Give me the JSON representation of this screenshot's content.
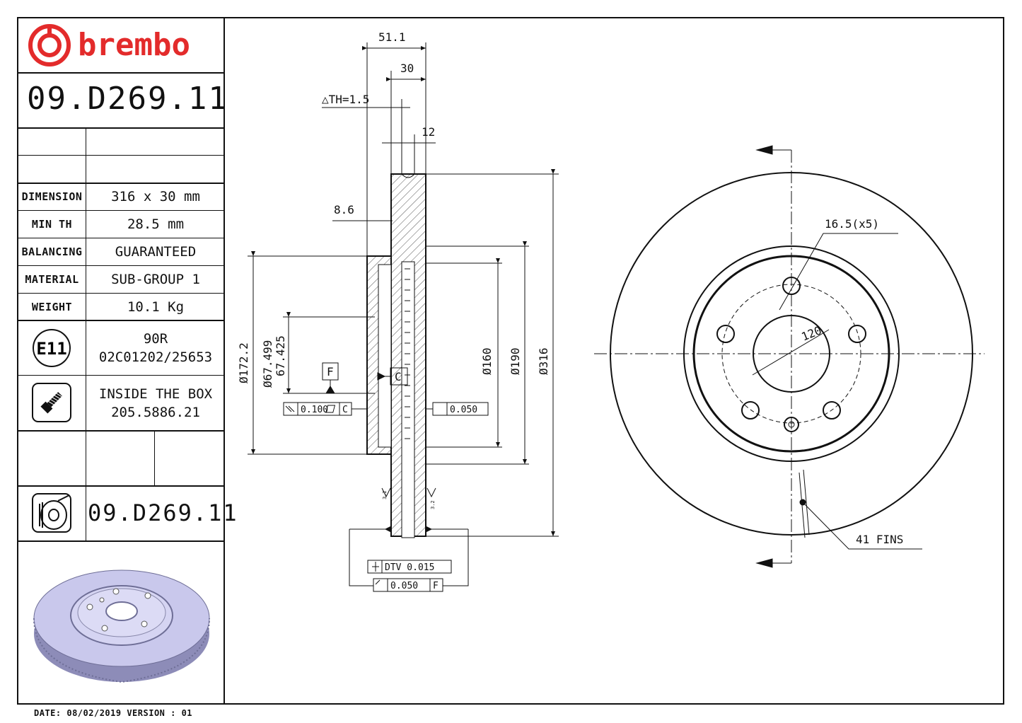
{
  "brand": {
    "name": "brembo",
    "color": "#e32b2b"
  },
  "part_number": "09.D269.11",
  "specs": [
    {
      "label": "DIMENSION",
      "value": "316 x 30 mm"
    },
    {
      "label": "MIN TH",
      "value": "28.5 mm"
    },
    {
      "label": "BALANCING",
      "value": "GUARANTEED"
    },
    {
      "label": "MATERIAL",
      "value": "SUB-GROUP 1"
    },
    {
      "label": "WEIGHT",
      "value": "10.1 Kg"
    }
  ],
  "homologation": {
    "mark": "E11",
    "line1": "90R",
    "line2": "02C01202/25653"
  },
  "screws": {
    "line1": "INSIDE THE BOX",
    "line2": "205.5886.21"
  },
  "footer": "DATE: 08/02/2019 VERSION : 01",
  "drawing": {
    "dim_overall_width": "51.1",
    "dim_thickness": "30",
    "dim_delta_th": "△TH=1.5",
    "dim_12": "12",
    "dim_8_6": "8.6",
    "dia_172": "Ø172.2",
    "dia_67_499": "Ø67.499",
    "dia_67_425": "67.425",
    "dia_160": "Ø160",
    "dia_190": "Ø190",
    "dia_316": "Ø316",
    "datum_f": "F",
    "datum_c": "C",
    "tol_parallel": "0.100",
    "tol_parallel_ref": "C",
    "tol_flat": "0.050",
    "tol_dtv": "DTV 0.015",
    "tol_runout": "0.050",
    "tol_runout_ref": "F",
    "rough_left": "3.2",
    "rough_right": "3.2",
    "bolt_holes": "16.5(x5)",
    "pcd": "120",
    "fins": "41 FINS"
  },
  "colors": {
    "disc_render": "#c9c8ec",
    "disc_edge": "#6e6e96"
  }
}
